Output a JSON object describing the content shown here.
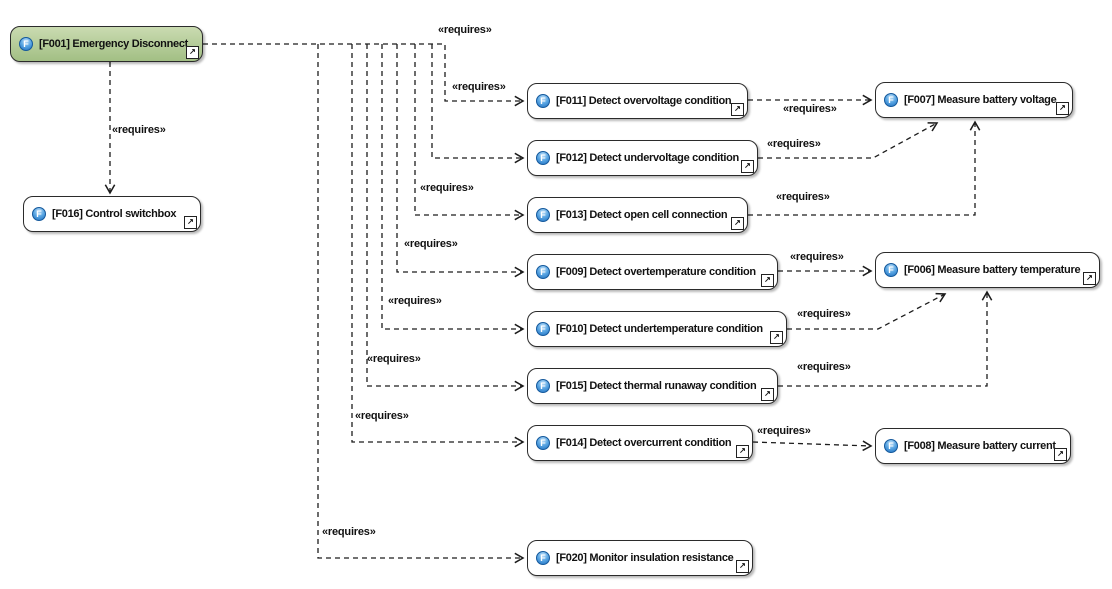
{
  "diagram": {
    "icons": {
      "function_badge": "F",
      "open_link": "↗"
    },
    "colors": {
      "root_node_fill_top": "#cadbb1",
      "root_node_fill_bottom": "#a2bf84",
      "node_fill": "#ffffff",
      "node_border": "#2b2b2b",
      "line": "#1c1c1c",
      "badge_blue": "#1e6fc0"
    },
    "nodes": [
      {
        "id": "F001",
        "label": "[F001] Emergency Disconnect",
        "kind": "function",
        "highlighted": true
      },
      {
        "id": "F016",
        "label": "[F016] Control switchbox",
        "kind": "function"
      },
      {
        "id": "F011",
        "label": "[F011] Detect overvoltage condition",
        "kind": "function"
      },
      {
        "id": "F012",
        "label": "[F012] Detect undervoltage condition",
        "kind": "function"
      },
      {
        "id": "F013",
        "label": "[F013] Detect open cell connection",
        "kind": "function"
      },
      {
        "id": "F009",
        "label": "[F009] Detect overtemperature condition",
        "kind": "function"
      },
      {
        "id": "F010",
        "label": "[F010] Detect undertemperature condition",
        "kind": "function"
      },
      {
        "id": "F015",
        "label": "[F015] Detect thermal runaway condition",
        "kind": "function"
      },
      {
        "id": "F014",
        "label": "[F014] Detect overcurrent condition",
        "kind": "function"
      },
      {
        "id": "F020",
        "label": "[F020] Monitor insulation resistance",
        "kind": "function"
      },
      {
        "id": "F007",
        "label": "[F007] Measure battery voltage",
        "kind": "function"
      },
      {
        "id": "F006",
        "label": "[F006] Measure battery temperature",
        "kind": "function"
      },
      {
        "id": "F008",
        "label": "[F008] Measure battery current",
        "kind": "function"
      }
    ],
    "edges": [
      {
        "from": "F001",
        "to": "F016",
        "label": "«requires»"
      },
      {
        "from": "F001",
        "to": "F011",
        "label": "«requires»"
      },
      {
        "from": "F001",
        "to": "F012",
        "label": "«requires»"
      },
      {
        "from": "F001",
        "to": "F013",
        "label": "«requires»"
      },
      {
        "from": "F001",
        "to": "F009",
        "label": "«requires»"
      },
      {
        "from": "F001",
        "to": "F010",
        "label": "«requires»"
      },
      {
        "from": "F001",
        "to": "F015",
        "label": "«requires»"
      },
      {
        "from": "F001",
        "to": "F014",
        "label": "«requires»"
      },
      {
        "from": "F001",
        "to": "F020",
        "label": "«requires»"
      },
      {
        "from": "F011",
        "to": "F007",
        "label": "«requires»"
      },
      {
        "from": "F012",
        "to": "F007",
        "label": "«requires»"
      },
      {
        "from": "F013",
        "to": "F007",
        "label": "«requires»"
      },
      {
        "from": "F009",
        "to": "F006",
        "label": "«requires»"
      },
      {
        "from": "F010",
        "to": "F006",
        "label": "«requires»"
      },
      {
        "from": "F015",
        "to": "F006",
        "label": "«requires»"
      },
      {
        "from": "F014",
        "to": "F008",
        "label": "«requires»"
      }
    ]
  }
}
